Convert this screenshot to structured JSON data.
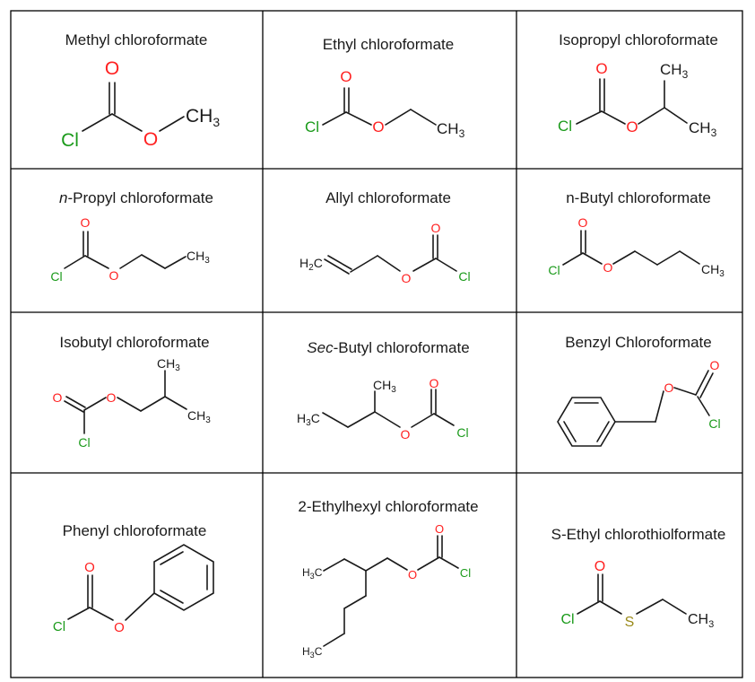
{
  "colors": {
    "chlorine": "#1a9a1a",
    "oxygen": "#ff2020",
    "sulfur": "#9a8a1a",
    "carbon": "#1a1a1a"
  },
  "atoms": {
    "O": "O",
    "Cl": "Cl",
    "S": "S",
    "CH3": "CH",
    "H3C_H": "H",
    "H3C_C": "C",
    "H2C_H": "H",
    "H2C_C": "C",
    "sub3": "3",
    "sub2": "2"
  },
  "cells": [
    {
      "title": "Methyl chloroformate"
    },
    {
      "title": "Ethyl chloroformate"
    },
    {
      "title": "Isopropyl chloroformate"
    },
    {
      "title_prefix": "n",
      "title_rest": "-Propyl chloroformate"
    },
    {
      "title": "Allyl chloroformate"
    },
    {
      "title": "n-Butyl chloroformate"
    },
    {
      "title": "Isobutyl chloroformate"
    },
    {
      "title_prefix": "Sec",
      "title_rest": "-Butyl chloroformate"
    },
    {
      "title": "Benzyl Chloroformate"
    },
    {
      "title": "Phenyl chloroformate"
    },
    {
      "title": "2-Ethylhexyl chloroformate"
    },
    {
      "title": "S-Ethyl chlorothiolformate"
    }
  ]
}
